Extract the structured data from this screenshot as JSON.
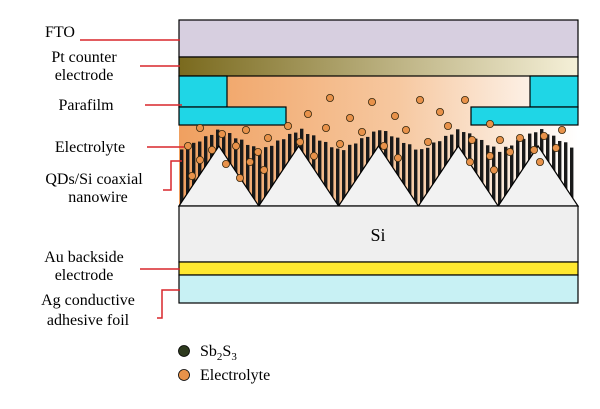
{
  "labels": {
    "fto": "FTO",
    "pt_line1": "Pt counter",
    "pt_line2": "electrode",
    "parafilm": "Parafilm",
    "electrolyte": "Electrolyte",
    "qds_line1": "QDs/Si coaxial",
    "qds_line2": "nanowire",
    "si": "Si",
    "au_line1": "Au backside",
    "au_line2": "electrode",
    "ag_line1": "Ag conductive",
    "ag_line2": "adhesive foil"
  },
  "legend": {
    "sb2s3": {
      "base1": "Sb",
      "sub1": "2",
      "base2": "S",
      "sub2": "3"
    },
    "electrolyte": "Electrolyte"
  },
  "colors": {
    "fto": "#d7cfe0",
    "pt_dark": "#7a6a1e",
    "pt_light": "#f5f0d8",
    "parafilm": "#1fd6e6",
    "electrolyte_dark": "#f0a060",
    "electrolyte_light": "#ffffff",
    "electrolyte_dot": "#e8924a",
    "sb2s3_dot": "#2d3a1e",
    "si": "#efefef",
    "au": "#ffe830",
    "ag": "#c8f1f4",
    "leader": "#d9262c"
  }
}
